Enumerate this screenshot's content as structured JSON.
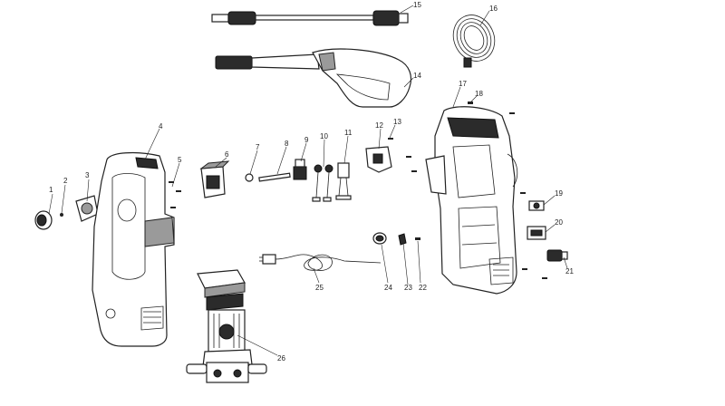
{
  "callouts": [
    "1",
    "2",
    "3",
    "4",
    "5",
    "6",
    "7",
    "8",
    "9",
    "10",
    "11",
    "12",
    "13",
    "15",
    "16",
    "14",
    "17",
    "18",
    "19",
    "20",
    "21",
    "22",
    "23",
    "24",
    "25",
    "26"
  ],
  "colors": {
    "ink": "#222222",
    "dark": "#2b2b2b",
    "paper": "#ffffff"
  }
}
